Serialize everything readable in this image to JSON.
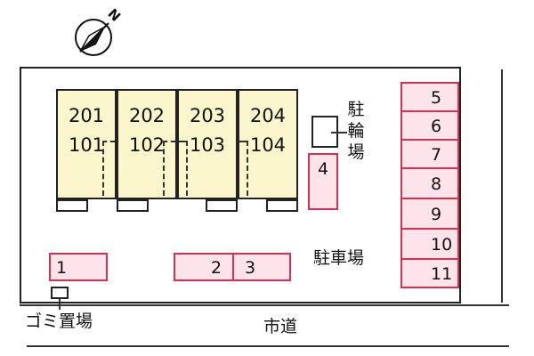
{
  "units": {
    "u201": "201",
    "u101": "101",
    "u202": "202",
    "u102": "102",
    "u203": "203",
    "u103": "103",
    "u204": "204",
    "u104": "104"
  },
  "parking": {
    "p1": "1",
    "p2": "2",
    "p3": "3",
    "p4": "4",
    "p5": "5",
    "p6": "6",
    "p7": "7",
    "p8": "8",
    "p9": "9",
    "p10": "10",
    "p11": "11"
  },
  "labels": {
    "bike_1": "駐",
    "bike_2": "輪",
    "bike_3": "場",
    "parking_lot": "駐車場",
    "garbage": "ゴミ置場",
    "road": "市道",
    "north": "N"
  },
  "colors": {
    "unit_fill": "#fbf6cc",
    "parking_fill": "#fde3ea",
    "parking_border": "#d8304f"
  },
  "icons": [
    "compass-icon"
  ]
}
